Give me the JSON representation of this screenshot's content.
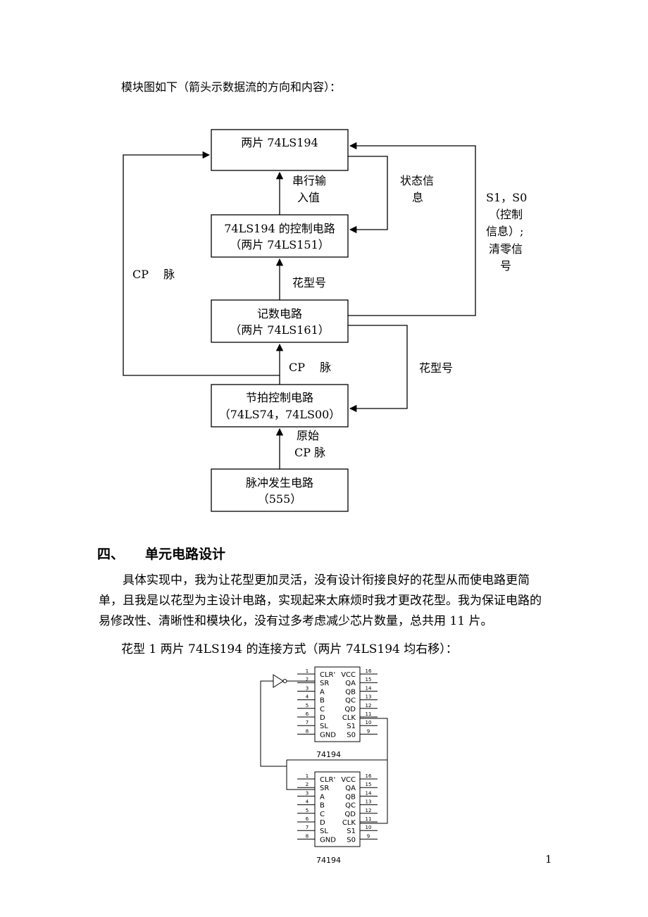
{
  "intro": "模块图如下（箭头示数据流的方向和内容）：",
  "blocks": {
    "b1": {
      "line1": "两片 74LS194"
    },
    "b2": {
      "line1": "74LS194 的控制电路",
      "line2": "（两片 74LS151）"
    },
    "b3": {
      "line1": "记数电路",
      "line2": "（两片 74LS161）"
    },
    "b4": {
      "line1": "节拍控制电路",
      "line2": "（74LS74，74LS00）"
    },
    "b5": {
      "line1": "脉冲发生电路",
      "line2": "（555）"
    }
  },
  "labels": {
    "serial_in": [
      "串行输",
      "入值"
    ],
    "status": [
      "状态信",
      "息"
    ],
    "s1s0": [
      "S1，S0",
      "（控制",
      "信息）;",
      "清零信",
      "号"
    ],
    "cp_left": "CP　 脉",
    "pattern_up": "花型号",
    "cp_mid": "CP　 脉",
    "pattern_right": "花型号",
    "raw_cp": [
      "原始",
      "CP 脉"
    ]
  },
  "section": {
    "number": "四、",
    "title": "单元电路设计"
  },
  "paragraph": "具体实现中，我为让花型更加灵活，没有设计衔接良好的花型从而使电路更简单，且我是以花型为主设计电路，实现起来太麻烦时我才更改花型。我为保证电路的易修改性、清晰性和模块化，没有过多考虑减少芯片数量，总共用 11 片。",
  "caption": "花型 1 两片 74LS194 的连接方式（两片 74LS194 均右移）：",
  "chip": {
    "name": "74194",
    "left_pins": [
      "CLR'",
      "SR",
      "A",
      "B",
      "C",
      "D",
      "SL",
      "GND"
    ],
    "right_pins": [
      "VCC",
      "QA",
      "QB",
      "QC",
      "QD",
      "CLK",
      "S1",
      "S0"
    ],
    "left_nums": [
      "1",
      "2",
      "3",
      "4",
      "5",
      "6",
      "7",
      "8"
    ],
    "right_nums": [
      "16",
      "15",
      "14",
      "13",
      "12",
      "11",
      "10",
      "9"
    ]
  },
  "page_number": "1"
}
